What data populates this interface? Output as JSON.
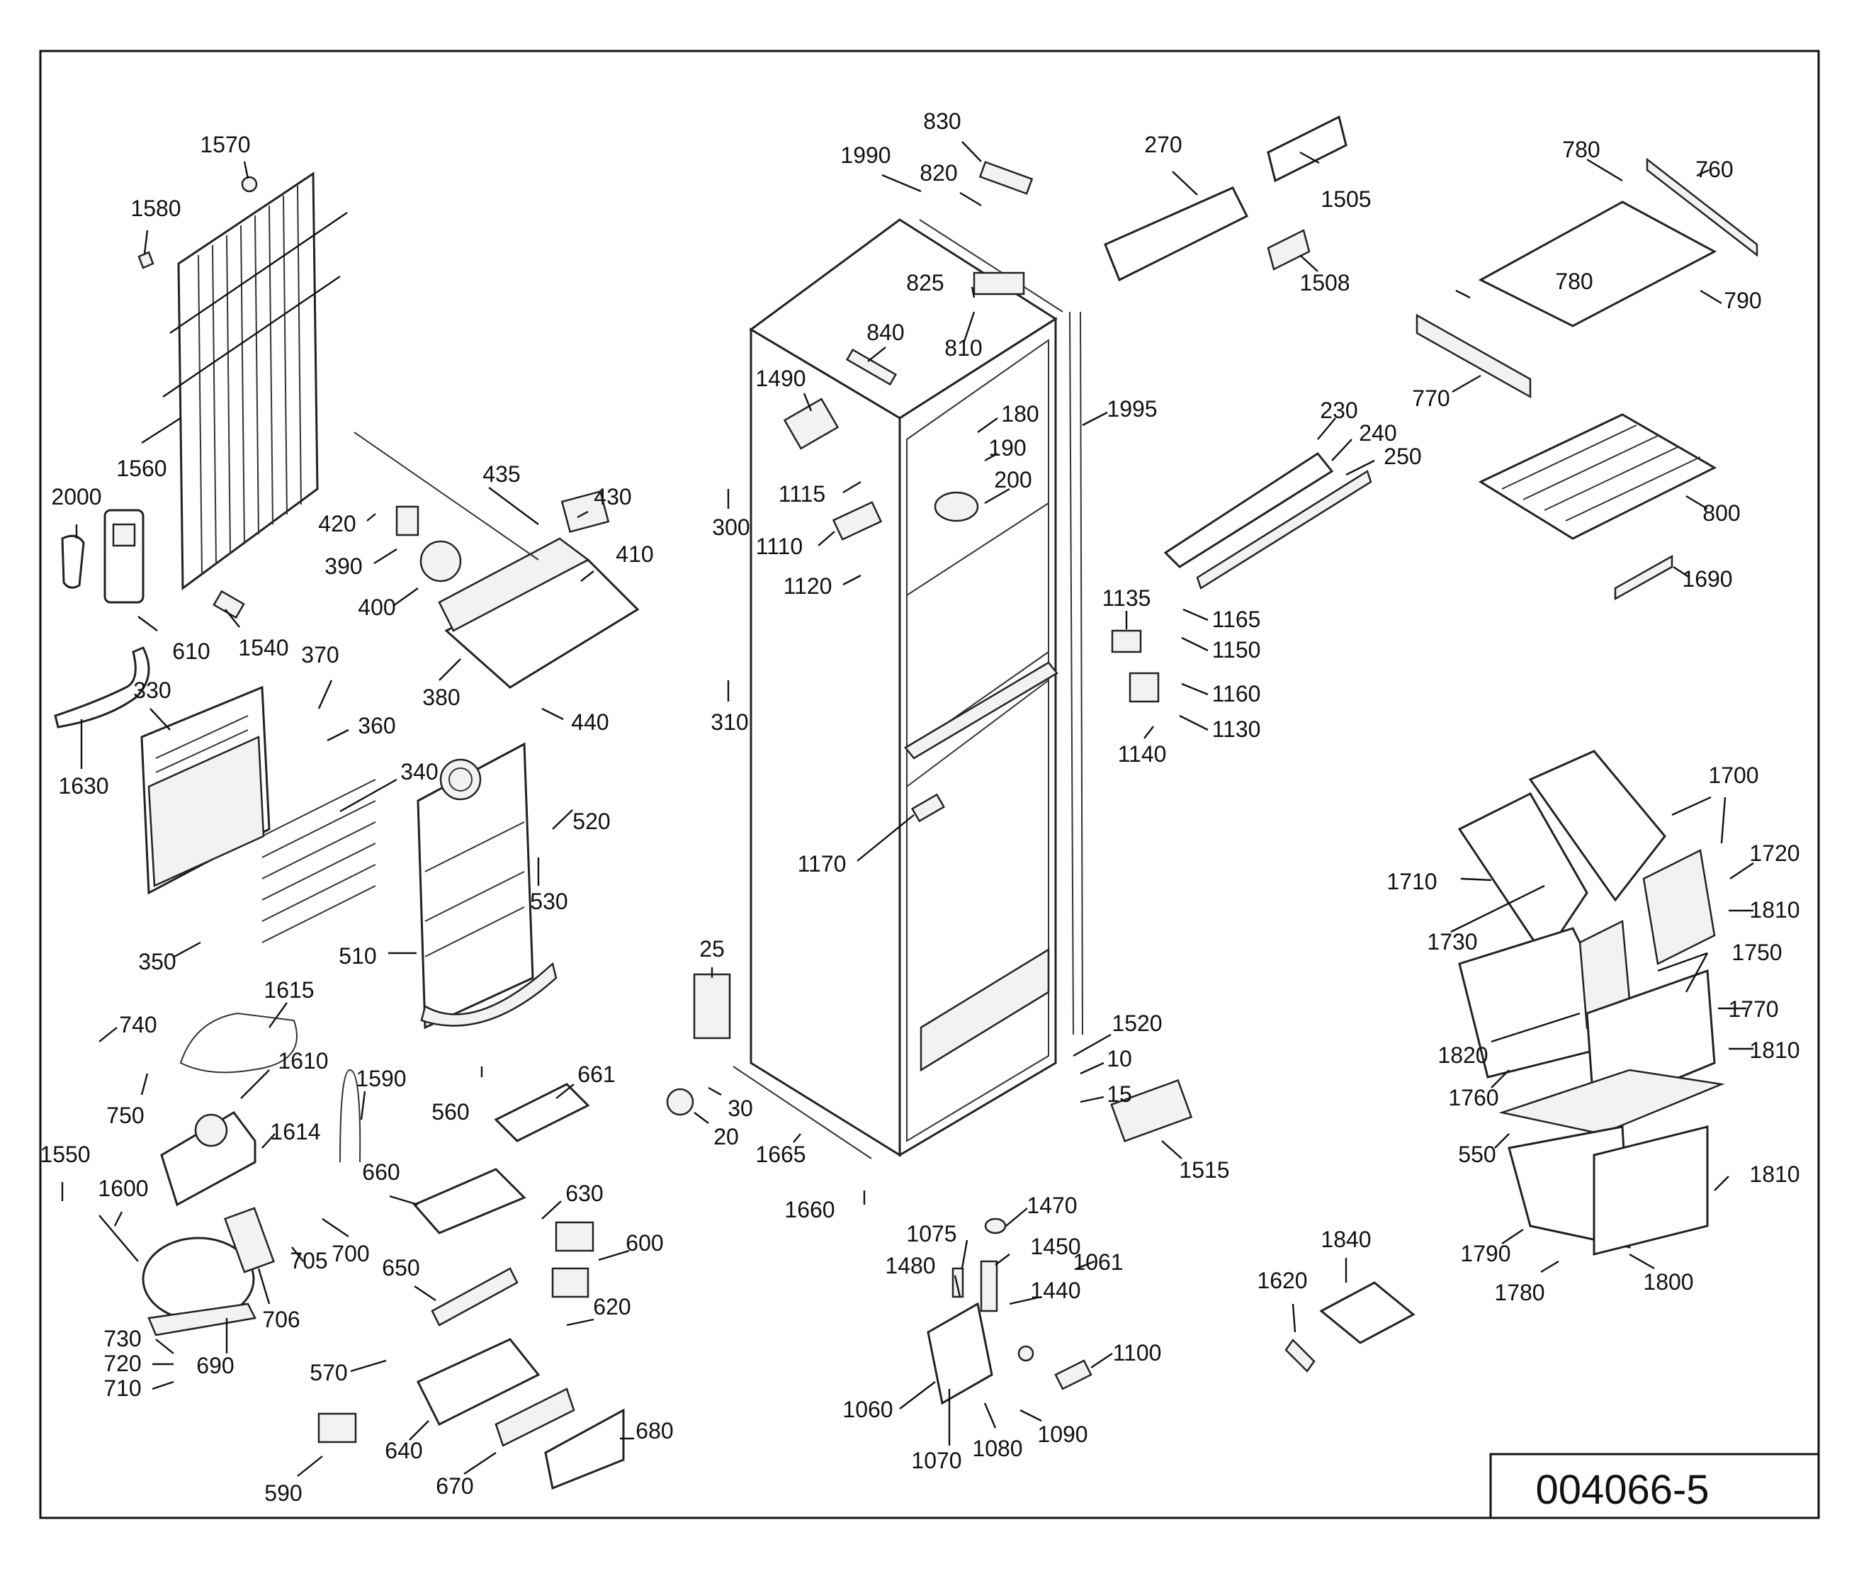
{
  "drawing_number": "004066-5",
  "part_numbers": [
    "1570",
    "1580",
    "1560",
    "2000",
    "610",
    "1540",
    "1630",
    "330",
    "370",
    "360",
    "350",
    "340",
    "510",
    "520",
    "530",
    "560",
    "1615",
    "1610",
    "740",
    "750",
    "1614",
    "1590",
    "1550",
    "1600",
    "730",
    "720",
    "710",
    "690",
    "706",
    "705",
    "700",
    "661",
    "660",
    "630",
    "600",
    "650",
    "620",
    "570",
    "640",
    "680",
    "590",
    "670",
    "435",
    "430",
    "420",
    "390",
    "410",
    "400",
    "380",
    "440",
    "1990",
    "830",
    "820",
    "825",
    "810",
    "840",
    "1490",
    "1115",
    "1110",
    "1120",
    "180",
    "190",
    "200",
    "300",
    "310",
    "1995",
    "1170",
    "25",
    "30",
    "20",
    "1665",
    "1660",
    "1520",
    "10",
    "15",
    "1515",
    "1470",
    "1075",
    "1480",
    "1450",
    "1061",
    "1440",
    "1100",
    "1060",
    "1070",
    "1080",
    "1090",
    "270",
    "1505",
    "1508",
    "230",
    "240",
    "250",
    "1135",
    "1165",
    "1150",
    "1160",
    "1130",
    "1140",
    "780",
    "760",
    "790",
    "770",
    "800",
    "1690",
    "1700",
    "1720",
    "1710",
    "1730",
    "1810",
    "1750",
    "1770",
    "1820",
    "1760",
    "550",
    "1790",
    "1780",
    "1800",
    "1840",
    "1620"
  ]
}
